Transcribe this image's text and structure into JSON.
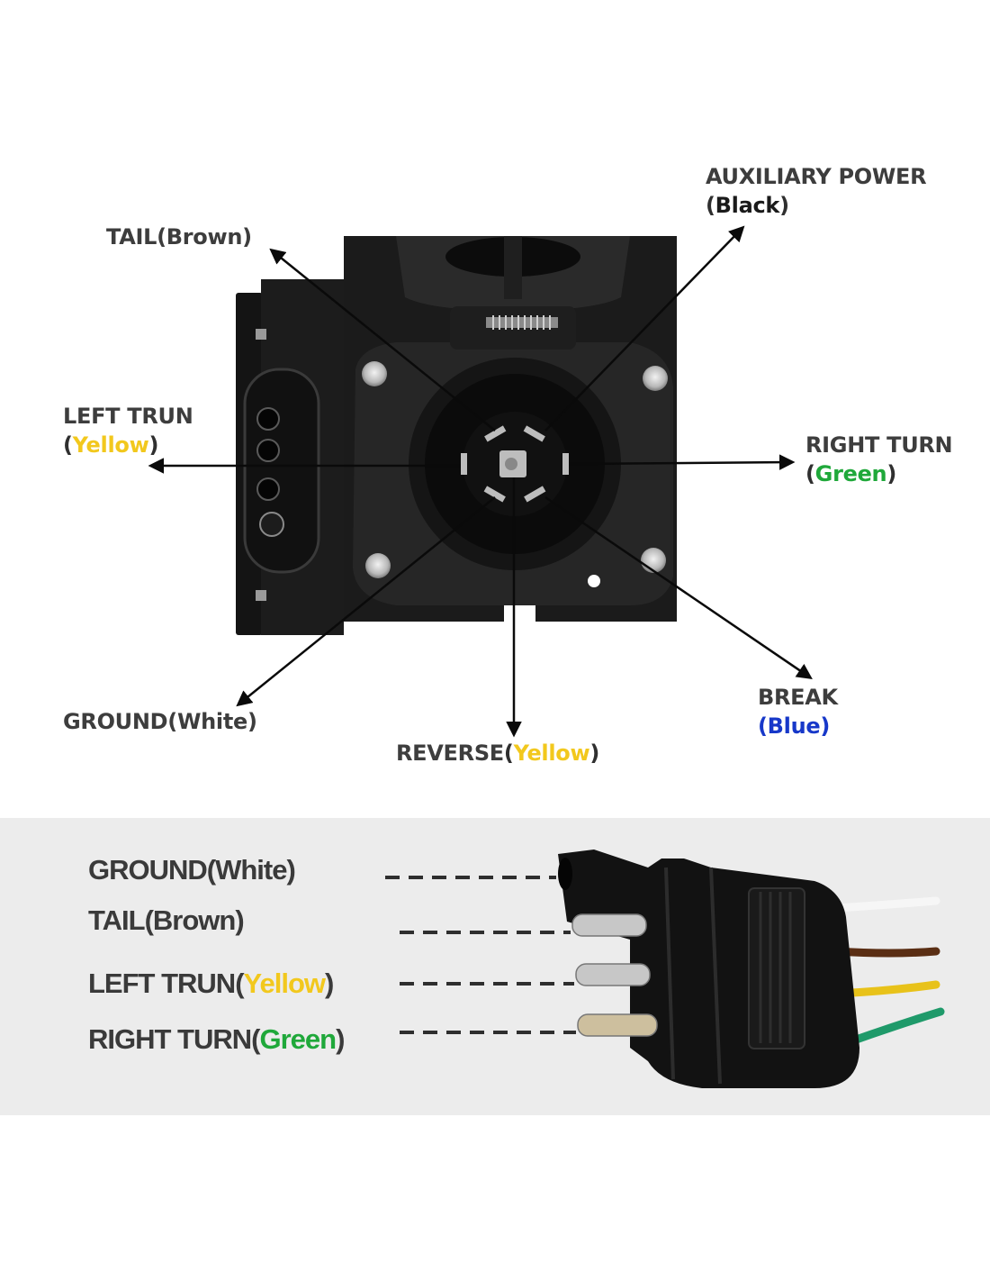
{
  "top_diagram": {
    "subject": "7-way trailer connector socket with 4-flat outlet",
    "labels": {
      "aux_power": {
        "name": "AUXILIARY POWER",
        "open": "(",
        "color": "Black",
        "close": ")"
      },
      "tail": {
        "name": "TAIL",
        "open": "(",
        "color": "Brown",
        "close": ")"
      },
      "left_turn": {
        "name": "LEFT TRUN",
        "open": "(",
        "color": "Yellow",
        "close": ")"
      },
      "right_turn": {
        "name": "RIGHT TURN",
        "open": "(",
        "color": "Green",
        "close": ")"
      },
      "ground": {
        "name": "GROUND",
        "open": "(",
        "color": "White",
        "close": ")"
      },
      "reverse": {
        "name": "REVERSE",
        "open": "(",
        "color": "Yellow",
        "close": ")"
      },
      "brake": {
        "name": "BREAK",
        "open": "(",
        "color": "Blue",
        "close": ")"
      }
    }
  },
  "bottom_diagram": {
    "subject": "4-flat trailer plug",
    "labels": [
      {
        "name": "GROUND",
        "open": "(",
        "color": "White",
        "close": ")"
      },
      {
        "name": "TAIL",
        "open": "(",
        "color": "Brown",
        "close": ")"
      },
      {
        "name": "LEFT TRUN",
        "open": "(",
        "color": "Yellow",
        "close": ")"
      },
      {
        "name": "RIGHT TURN",
        "open": "(",
        "color": "Green",
        "close": ")"
      }
    ]
  },
  "colors": {
    "label_text": "#3d3d3d",
    "yellow": "#f2c81d",
    "green": "#1fa83a",
    "blue": "#1738c9",
    "bottom_band": "#ececec",
    "wire_white": "#f4f4f4",
    "wire_brown": "#5a2e14",
    "wire_yellow": "#e8c21a",
    "wire_green": "#1f9a6a"
  }
}
